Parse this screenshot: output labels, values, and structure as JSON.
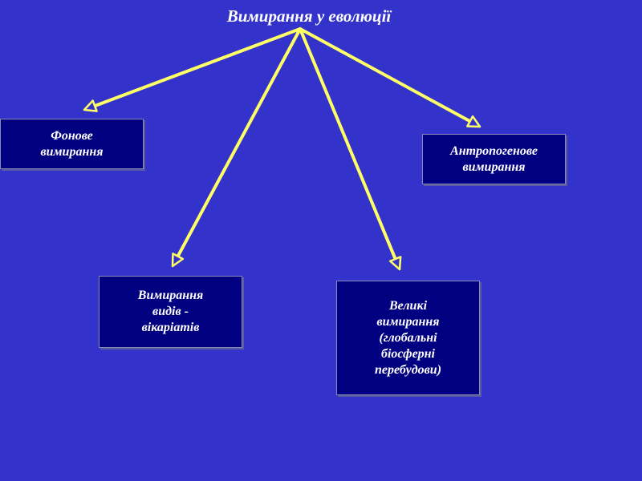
{
  "title": "Вимирання у еволюції",
  "colors": {
    "background": "#3333cc",
    "box_fill": "#000080",
    "arrow": "#ffff66",
    "text": "#ffffff"
  },
  "nodes": [
    {
      "label": "Фонове вимирання"
    },
    {
      "label": "Антропогенове вимирання"
    },
    {
      "label": "Вимирання видів - вікаріатів"
    },
    {
      "label": "Великі вимирання (глобальні біосферні перебудови)"
    }
  ],
  "edges": [
    {
      "from": "title",
      "to": 0
    },
    {
      "from": "title",
      "to": 1
    },
    {
      "from": "title",
      "to": 2
    },
    {
      "from": "title",
      "to": 3
    }
  ]
}
